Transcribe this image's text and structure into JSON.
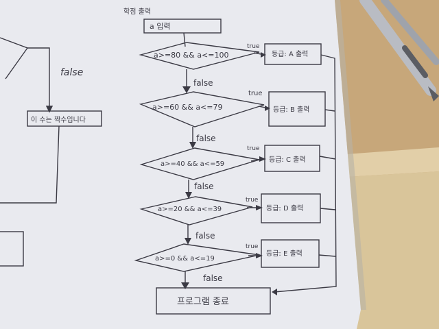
{
  "colors": {
    "desk": "#c7a77a",
    "desk_dark": "#a88a5e",
    "paper": "#e9eaef",
    "paper_shadow": "#cfd0d6",
    "ink": "#3b3a44",
    "pen_body": "#b9bcc3",
    "pen_dark": "#5b5d63"
  },
  "left_fragment": {
    "false_label": "false",
    "box_text": "이 수는 짝수입니다"
  },
  "flowchart": {
    "header": "학점 출력",
    "input_box": "a 입력",
    "decisions": [
      {
        "condition": "a>=80 && a<=100",
        "yes_label": "true",
        "no_label": "false",
        "output": "등급: A 출력"
      },
      {
        "condition": "a>=60 && a<=79",
        "yes_label": "true",
        "no_label": "false",
        "output": "등급: B 출력"
      },
      {
        "condition": "a>=40 && a<=59",
        "yes_label": "true",
        "no_label": "false",
        "output": "등급: C 출력"
      },
      {
        "condition": "a>=20 && a<=39",
        "yes_label": "true",
        "no_label": "false",
        "output": "등급: D 출력"
      },
      {
        "condition": "a>=0 && a<=19",
        "yes_label": "true",
        "no_label": "false",
        "output": "등급: E 출력"
      }
    ],
    "end_box": "프로그램 종료"
  },
  "objects": {
    "pen": "ballpoint-pen",
    "desk": "wooden-desk"
  }
}
